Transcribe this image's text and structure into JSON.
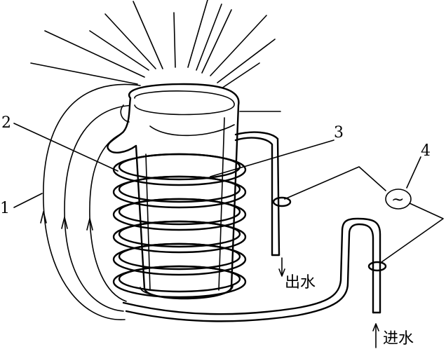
{
  "labels": {
    "field": "1",
    "coil": "2",
    "crucible": "3",
    "source": "4",
    "water_out": "出水",
    "water_in": "进水",
    "ac_symbol": "~"
  }
}
